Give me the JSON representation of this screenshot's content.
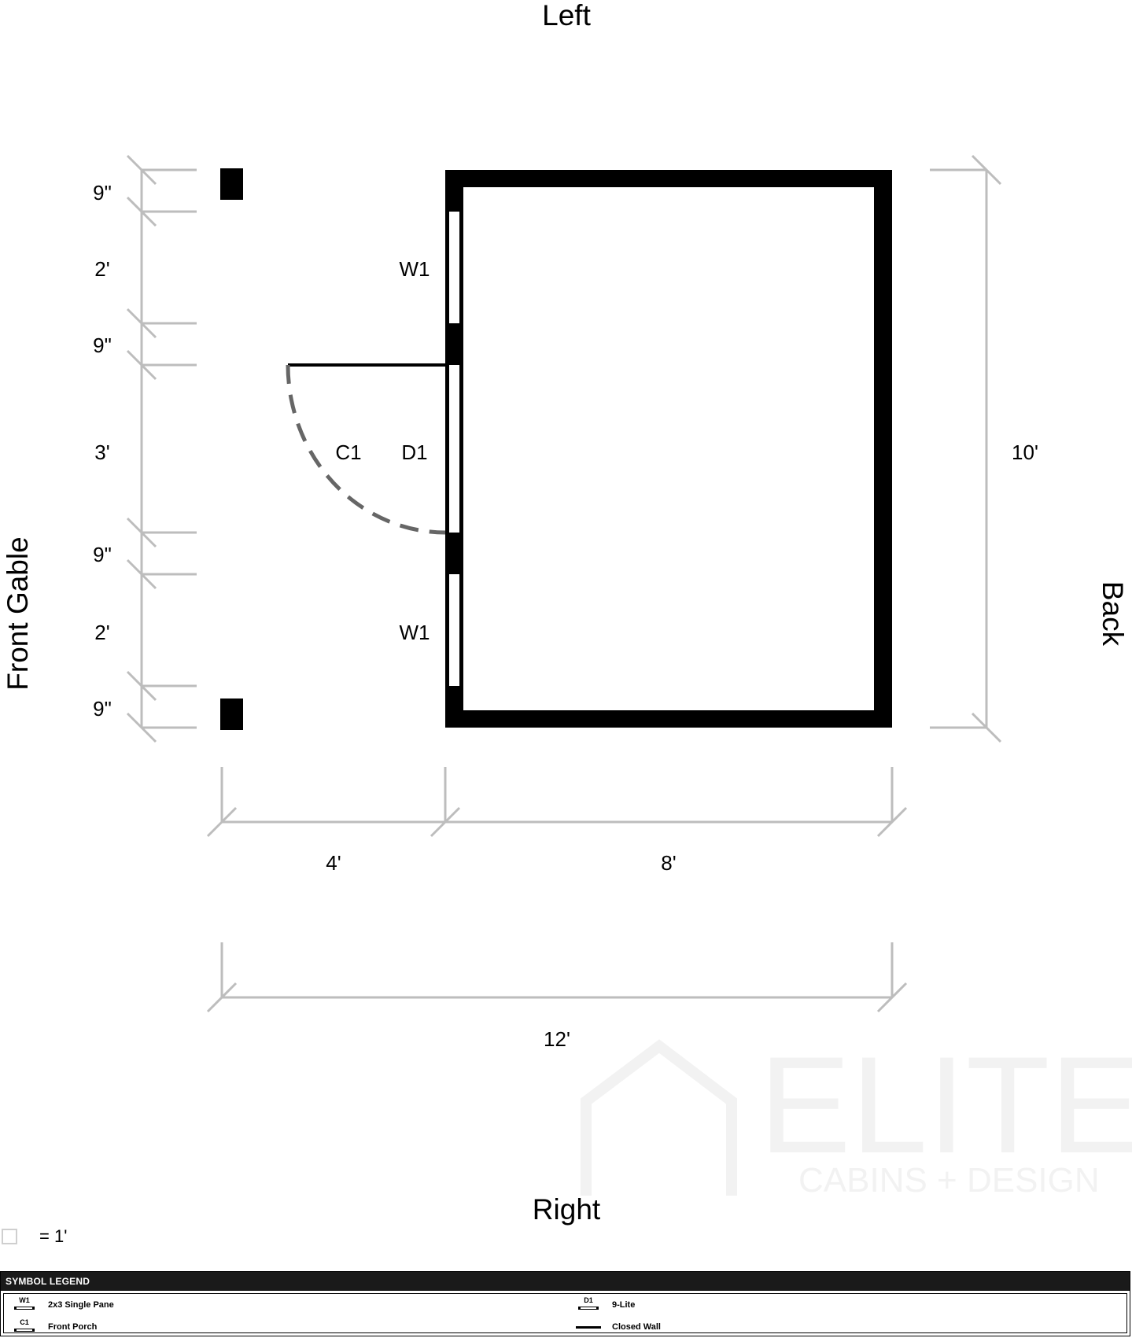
{
  "labels": {
    "top": "Left",
    "bottom": "Right",
    "left": "Front Gable",
    "right": "Back"
  },
  "dimensions": {
    "left_segments": [
      "9\"",
      "2'",
      "9\"",
      "3'",
      "9\"",
      "2'",
      "9\""
    ],
    "right_total": "10'",
    "bottom_porch": "4'",
    "bottom_building": "8'",
    "bottom_total": "12'"
  },
  "openings": {
    "window_upper": "W1",
    "window_lower": "W1",
    "door": "D1",
    "porch": "C1"
  },
  "watermark": {
    "brand": "ELITE",
    "tagline": "CABINS + DESIGN"
  },
  "scale": {
    "text": "= 1'"
  },
  "legend": {
    "title": "SYMBOL LEGEND",
    "items": [
      {
        "code": "W1",
        "label": "2x3 Single Pane"
      },
      {
        "code": "D1",
        "label": "9-Lite"
      },
      {
        "code": "C1",
        "label": "Front Porch"
      },
      {
        "code": "",
        "label": "Closed Wall"
      }
    ]
  },
  "colors": {
    "wall": "#000000",
    "dimension": "#bdbdbd",
    "porch_arc": "#666666",
    "watermark": "#f2f2f2"
  }
}
